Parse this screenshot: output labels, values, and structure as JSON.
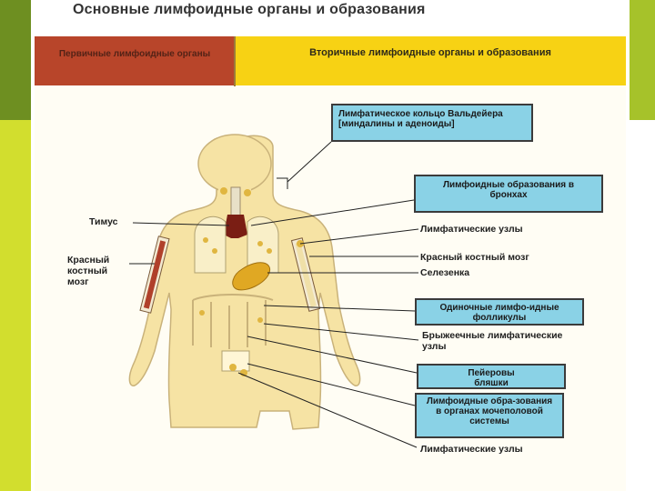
{
  "title": "Основные лимфоидные органы и образования",
  "headers": {
    "primary": "Первичные лимфоидные органы",
    "secondary": "Вторичные лимфоидные органы и образования"
  },
  "boxes": {
    "waldeyer": "Лимфатическое кольцо Вальдейера [миндалины и аденоиды]",
    "bronchi": "Лимфоидные образования в бронхах",
    "follicles": "Одиночные лимфо-идные фолликулы",
    "peyer": "Пейеровы бляшки",
    "urogenital": "Лимфоидные обра-зования в органах мочеполовой системы"
  },
  "labels": {
    "thymus": "Тимус",
    "red_marrow_left": "Красный костный мозг",
    "lymph_nodes": "Лимфатические узлы",
    "red_marrow_right": "Красный костный мозг",
    "spleen": "Селезенка",
    "mesenteric": "Брыжеечные лимфатические узлы",
    "lymph_nodes_bottom": "Лимфатические узлы"
  },
  "colors": {
    "header_primary": "#b8452a",
    "header_secondary": "#f7d214",
    "box_fill": "#8ad2e6",
    "body_fill": "#f6e3a4",
    "marrow": "#b0402a",
    "spleen": "#e0a823",
    "node": "#e0b640",
    "slide_accent_dark": "#6e8f21",
    "slide_accent_light": "#d2de2e"
  }
}
